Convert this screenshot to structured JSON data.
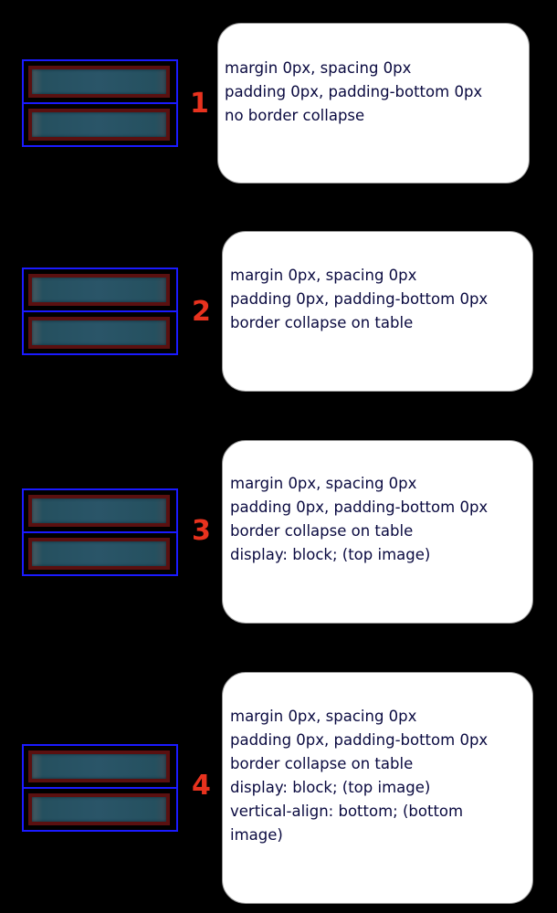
{
  "panels": [
    {
      "number": "1",
      "lines": [
        "margin 0px, spacing 0px",
        "padding 0px, padding-bottom 0px",
        "no border collapse"
      ]
    },
    {
      "number": "2",
      "lines": [
        "margin 0px, spacing 0px",
        "padding 0px, padding-bottom 0px",
        "border collapse on table"
      ]
    },
    {
      "number": "3",
      "lines": [
        "margin 0px, spacing 0px",
        "padding 0px, padding-bottom 0px",
        "border collapse on table",
        "display: block;  (top image)"
      ]
    },
    {
      "number": "4",
      "lines": [
        "margin 0px, spacing 0px",
        "padding 0px, padding-bottom 0px",
        "border collapse on table",
        "display: block;  (top image)",
        "vertical-align: bottom;  (bottom",
        "image)"
      ]
    }
  ]
}
